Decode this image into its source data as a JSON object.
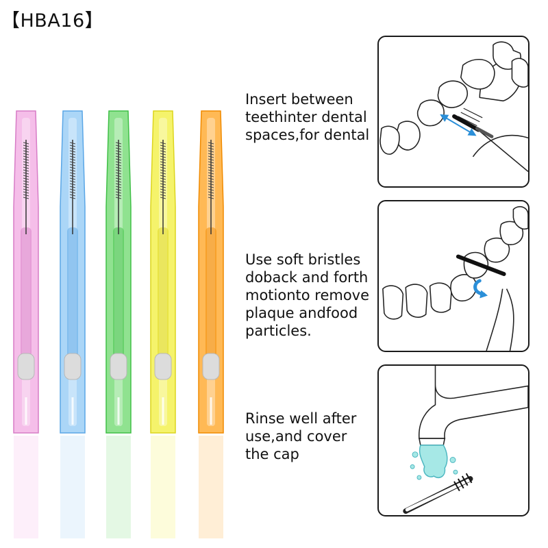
{
  "brand": "【HBA16】",
  "brushes": [
    {
      "color": "pink",
      "body": "#f2a8e2",
      "dark": "#d77cc6"
    },
    {
      "color": "blue",
      "body": "#8fc8f4",
      "dark": "#5aa6e6"
    },
    {
      "color": "green",
      "body": "#6bd86b",
      "dark": "#3fbf46"
    },
    {
      "color": "yellow",
      "body": "#f2ef3a",
      "dark": "#dcd51e"
    },
    {
      "color": "orange",
      "body": "#ffa21c",
      "dark": "#f08a00"
    }
  ],
  "steps": [
    {
      "text": "Insert between\nteethinter dental\nspaces,for dental",
      "illustration": "brush-insert-between-teeth"
    },
    {
      "text": "Use soft bristles\ndoback and forth\nmotionto remove\nplaque andfood\nparticles.",
      "illustration": "brush-back-and-forth"
    },
    {
      "text": "Rinse well after\nuse,and cover\nthe cap",
      "illustration": "rinse-under-tap"
    }
  ]
}
